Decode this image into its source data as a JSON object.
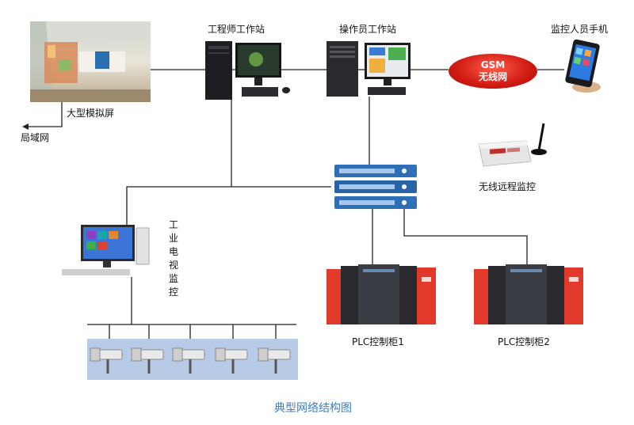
{
  "labels": {
    "engineer_station": "工程师工作站",
    "operator_station": "操作员工作站",
    "monitor_phone": "监控人员手机",
    "big_screen": "大型模拟屏",
    "lan": "局域网",
    "gsm_line1": "GSM",
    "gsm_line2": "无线网",
    "wireless_remote": "无线远程监控",
    "industrial_tv": "工业电视监控",
    "plc1": "PLC控制柜1",
    "plc2": "PLC控制柜2"
  },
  "caption": "典型网络结构图",
  "colors": {
    "wire": "#222222",
    "caption": "#3a7fc4",
    "gsm": "#d01a12",
    "plc_red": "#e23a2a",
    "switch_blue": "#2f6fb6"
  },
  "icons": [
    "monitor-wall-icon",
    "desktop-computer-icon",
    "server-computer-icon",
    "phone-icon",
    "wireless-modem-icon",
    "network-switch-icon",
    "plc-cabinet-icon",
    "cctv-camera-icon"
  ]
}
